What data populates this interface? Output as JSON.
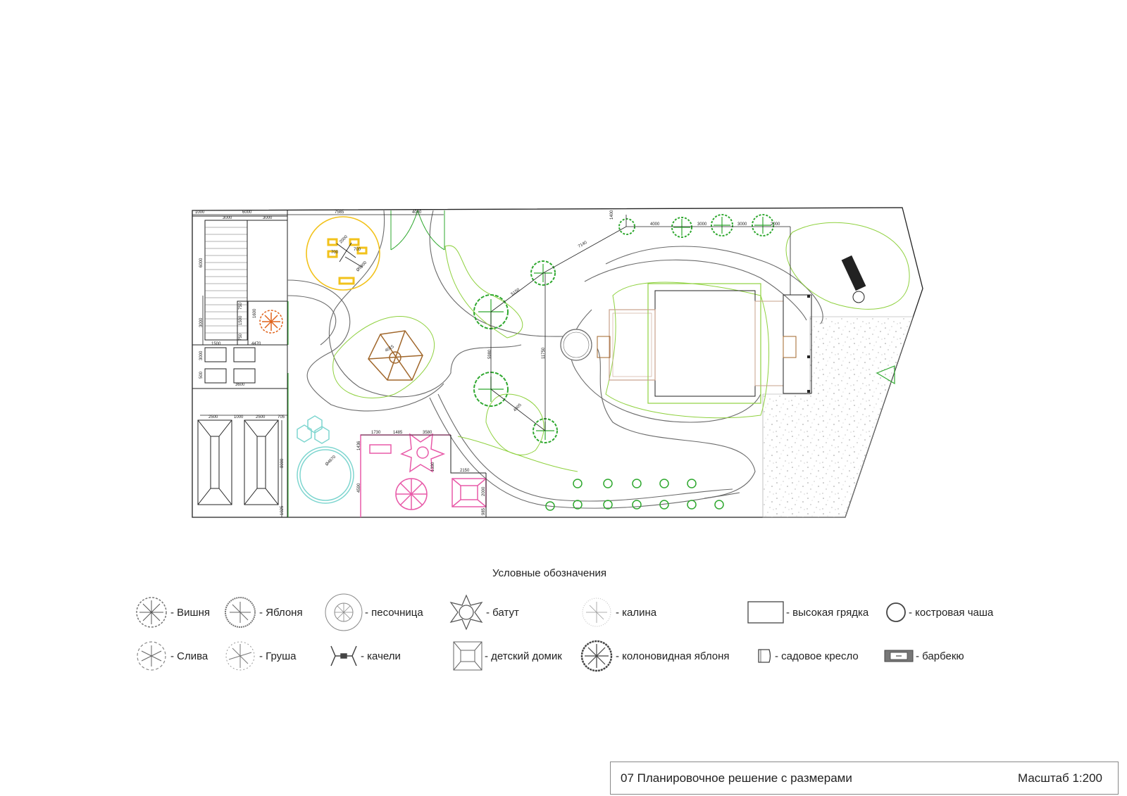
{
  "plan": {
    "dimensions": {
      "d1000a": "1000",
      "d6000a": "6000",
      "d3000a": "3000",
      "d3000b": "3000",
      "d7565": "7565",
      "d4000a": "4000",
      "d6000v": "6000",
      "d3000v": "3000",
      "d750a": "750",
      "d1500v": "1500",
      "d750b": "750",
      "d1600": "1600",
      "d4470": "4470",
      "d1500": "1500",
      "d3000c": "3000",
      "d500": "500",
      "d3600": "3600",
      "d2500a": "2500",
      "d1000b": "1000",
      "d2500b": "2500",
      "d705": "705",
      "d8000": "8000",
      "d1025": "1025",
      "d4670": "Ø4670",
      "d1730": "1730",
      "d1485": "1485",
      "d3580": "3580",
      "d1436": "1436",
      "d1330": "1330",
      "d4590": "4590",
      "d2150": "2150",
      "d2000": "2000",
      "d985": "985",
      "d1400": "1400",
      "d4000b": "4000",
      "d3000d": "3000",
      "d3000e": "3000",
      "d2000t": "2000",
      "d7140": "7140",
      "d5150": "5150",
      "d5980": "5980",
      "d11750": "11750",
      "d4905": "4905",
      "d5400": "Ø5400",
      "d2000k": "2000",
      "d700a": "700",
      "d700b": "700",
      "d4015": "4015"
    }
  },
  "legend": {
    "title": "Условные обозначения",
    "items": {
      "cherry": "- Вишня",
      "apple": "- Яблоня",
      "sandbox": "- песочница",
      "trampoline": "- батут",
      "viburnum": "- калина",
      "raised_bed": "- высокая грядка",
      "fire_bowl": "- костровая чаша",
      "plum": "- Слива",
      "pear": "- Груша",
      "swing": "- качели",
      "playhouse": "- детский домик",
      "columnar_apple": "- колоновидная яблоня",
      "garden_chair": "- садовое кресло",
      "bbq": "- барбекю"
    }
  },
  "titleblock": {
    "title": "07 Планировочное решение с размерами",
    "scale": "Масштаб 1:200"
  },
  "colors": {
    "line": "#222222",
    "path": "#6a6a6a",
    "green_line": "#8fd13f",
    "tree_green": "#2fa82f",
    "orange_tree": "#e0621a",
    "yellow": "#f2c21b",
    "pink": "#e85aa8",
    "cyan": "#7fd6d0",
    "brown": "#a0662a",
    "pool": "#c7a08a"
  }
}
